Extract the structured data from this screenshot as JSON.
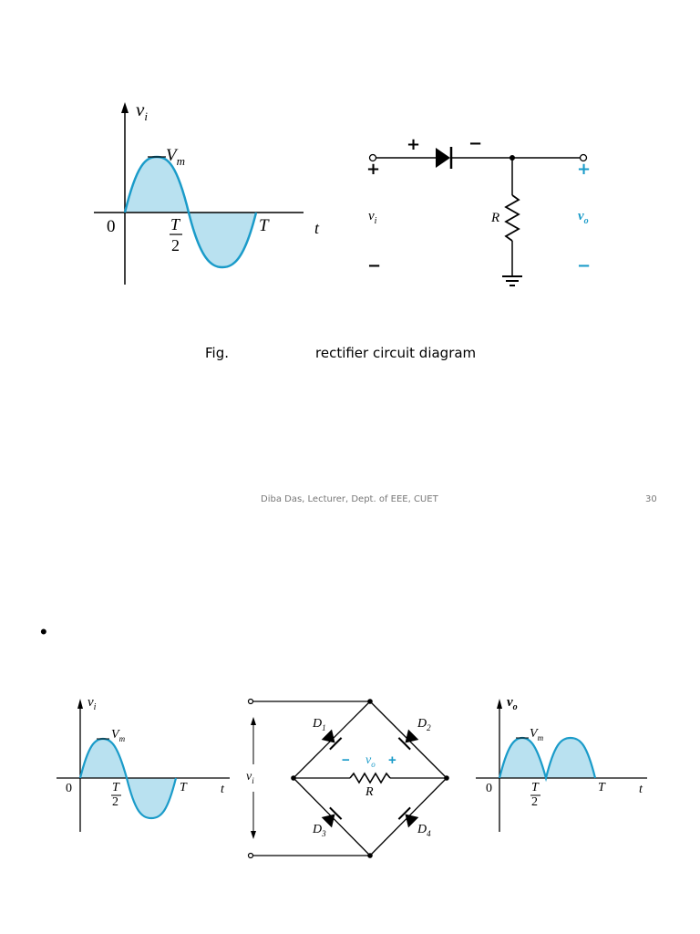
{
  "slide1": {
    "waveform": {
      "y_label": "v",
      "y_label_sub": "i",
      "peak_label": "V",
      "peak_label_sub": "m",
      "origin_label": "0",
      "half_period_num": "T",
      "half_period_den": "2",
      "period_label": "T",
      "t_label": "t"
    },
    "circuit": {
      "diode_plus": "+",
      "diode_minus": "−",
      "in_plus": "+",
      "in_minus": "−",
      "in_label": "v",
      "in_label_sub": "i",
      "resistor_label": "R",
      "out_plus": "+",
      "out_minus": "−",
      "out_label": "v",
      "out_label_sub": "o"
    },
    "caption_left": "Fig.",
    "caption_right": "rectifier circuit diagram",
    "footer_author": "Diba Das, Lecturer, Dept. of EEE, CUET",
    "footer_page": "30"
  },
  "slide2": {
    "bullet": "•",
    "input_wave": {
      "y_label": "v",
      "y_label_sub": "i",
      "peak_label": "V",
      "peak_label_sub": "m",
      "origin_label": "0",
      "half_period_num": "T",
      "half_period_den": "2",
      "period_label": "T",
      "t_label": "t"
    },
    "bridge": {
      "input_label": "v",
      "input_label_sub": "i",
      "d1": "D",
      "d1_sub": "1",
      "d2": "D",
      "d2_sub": "2",
      "d3": "D",
      "d3_sub": "3",
      "d4": "D",
      "d4_sub": "4",
      "out_minus": "−",
      "out_label": "v",
      "out_label_sub": "o",
      "out_plus": "+",
      "resistor_label": "R"
    },
    "output_wave": {
      "y_label": "v",
      "y_label_sub": "o",
      "peak_label": "V",
      "peak_label_sub": "m",
      "origin_label": "0",
      "half_period_num": "T",
      "half_period_den": "2",
      "period_label": "T",
      "t_label": "t"
    }
  },
  "colors": {
    "wave_stroke": "#1a9bc9",
    "wave_fill": "#b9e1f0",
    "accent_blue": "#1a9bc9"
  }
}
